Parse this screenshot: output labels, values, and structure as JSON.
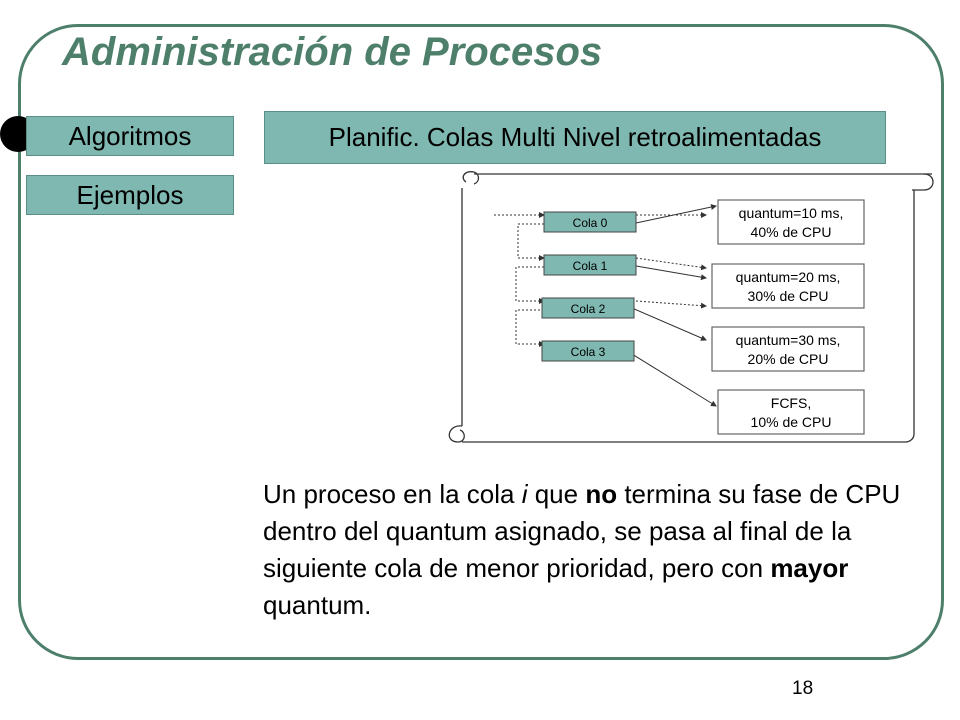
{
  "slide": {
    "title": "Administración de Procesos",
    "page_number": "18"
  },
  "nav": {
    "items": [
      {
        "label": "Algoritmos"
      },
      {
        "label": "Ejemplos"
      }
    ]
  },
  "heading": "Planific. Colas Multi Nivel retroalimentadas",
  "diagram": {
    "queues": [
      "Cola 0",
      "Cola 1",
      "Cola 2",
      "Cola 3"
    ],
    "boxes": [
      {
        "line1": "quantum=10 ms,",
        "line2": "40% de CPU"
      },
      {
        "line1": "quantum=20 ms,",
        "line2": "30% de CPU"
      },
      {
        "line1": "quantum=30 ms,",
        "line2": "20% de CPU"
      },
      {
        "line1": "FCFS,",
        "line2": "10% de CPU"
      }
    ]
  },
  "body": {
    "p1": "Un proceso en la cola ",
    "p2": "i",
    "p3": " que ",
    "p4": "no",
    "p5": " termina su fase de CPU dentro del quantum asignado, se pasa al final de la siguiente cola de menor prioridad, pero con ",
    "p6": "mayor",
    "p7": " quantum."
  },
  "colors": {
    "accent": "#4d7f6b",
    "box_fill": "#7fb8b0"
  }
}
